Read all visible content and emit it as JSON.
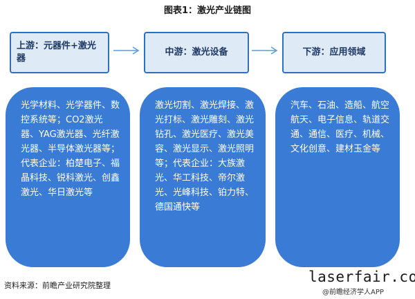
{
  "title": "图表1：激光产业链图",
  "stages": [
    {
      "label": "上游：元器件+激光器"
    },
    {
      "label": "中游：激光设备"
    },
    {
      "label": "下游：应用领域"
    }
  ],
  "details": [
    {
      "text": "光学材料、光学器件、数控系统等；CO2激光器、YAG激光器、光纤激光器、半导体激光器等；代表企业：柏楚电子、福晶科技、锐科激光、创鑫激光、华日激光等"
    },
    {
      "text": "激光切割、激光焊接、激光打标、激光雕刻、激光钻孔、激光医疗、激光美容、激光显示、激光照明等；代表企业：大族激光、华工科技、帝尔激光、光峰科技、铂力特、德国通快等"
    },
    {
      "text": "汽车、石油、造船、航空航天、电子信息、轨道交通、通信、医疗、机械、文化创意、建材玉金等"
    }
  ],
  "source": "资料来源：前瞻产业研究院整理",
  "site": "laserfair.com",
  "credit": "@前瞻经济学人APP",
  "colors": {
    "pill": "#3a7bd5",
    "box_fill": "#deebf7",
    "box_border": "#2f6fc0",
    "arrow": "#5b9bd5"
  }
}
